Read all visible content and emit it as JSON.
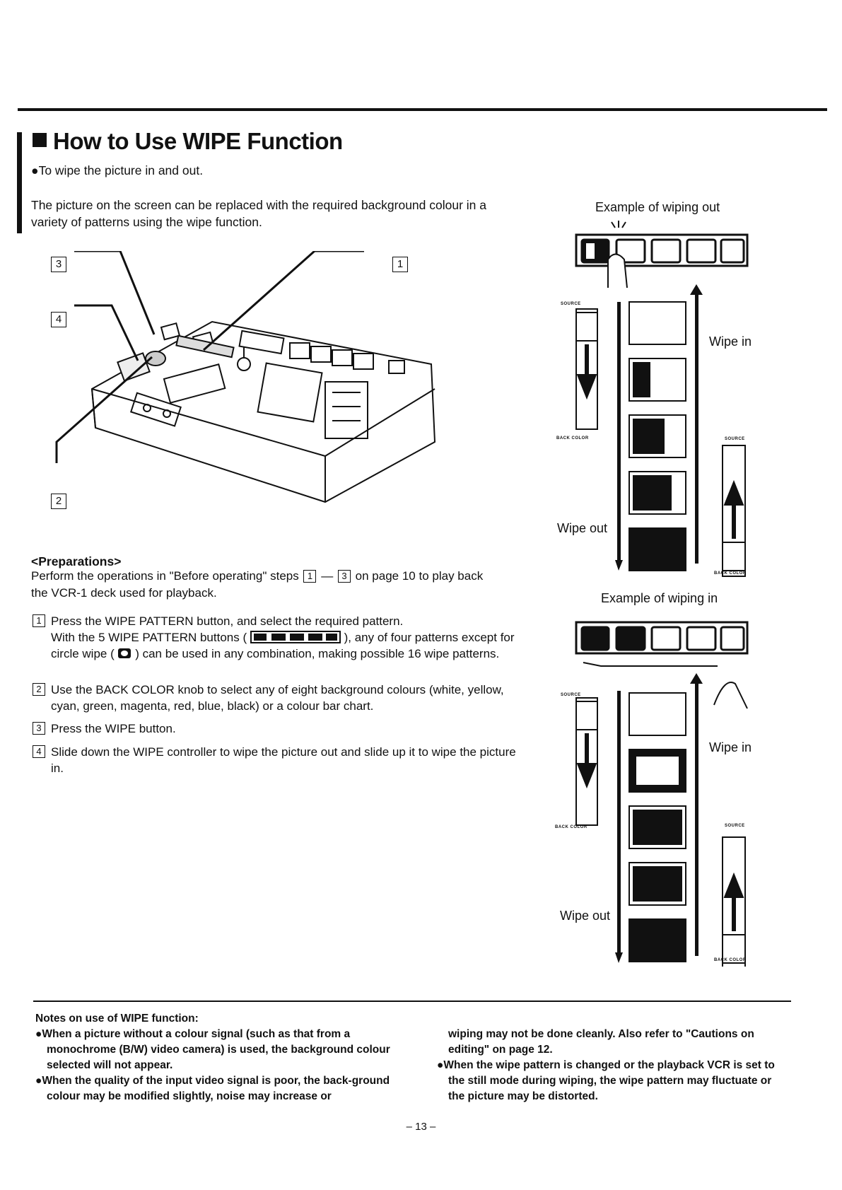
{
  "header": {
    "title": "How to Use WIPE Function",
    "subtitle": "●To wipe the picture in and out."
  },
  "intro": "The picture on the screen can be replaced with the required background colour in a variety of patterns using the wipe function.",
  "diagram": {
    "callout_1": "1",
    "callout_2": "2",
    "callout_3": "3",
    "callout_4": "4"
  },
  "preparations": {
    "heading": "<Preparations>",
    "text_a": "Perform the operations in \"Before operating\" steps",
    "step_from": "1",
    "dash": "—",
    "step_to": "3",
    "text_b": "on page 10 to play back the VCR-1 deck used for playback."
  },
  "steps": [
    {
      "num": "1",
      "line1": "Press the WIPE PATTERN button, and select the required pattern.",
      "line2a": "With the 5 WIPE PATTERN buttons (",
      "line2b": "), any of four patterns except for circle wipe (",
      "line2c": ") can be used in any combination, making possible 16 wipe patterns."
    },
    {
      "num": "2",
      "text": "Use the BACK COLOR knob to select any of eight background colours (white, yellow, cyan, green, magenta, red, blue, black) or a colour bar chart."
    },
    {
      "num": "3",
      "text": "Press the WIPE button."
    },
    {
      "num": "4",
      "text": "Slide down the WIPE controller to wipe the picture out and slide up it to wipe the picture in."
    }
  ],
  "examples": {
    "out_caption": "Example of wiping out",
    "in_caption": "Example of wiping in",
    "wipe_in": "Wipe in",
    "wipe_out": "Wipe out",
    "source": "SOURCE",
    "back_color": "BACK COLOR"
  },
  "notes": {
    "heading": "Notes on use of WIPE function:",
    "bullet1": "●When a picture without a colour signal (such as that from a monochrome (B/W) video camera) is used, the background colour selected will not appear.",
    "bullet2a": "●When the quality of the input video signal is poor, the back-ground colour may be modified slightly, noise may increase or",
    "bullet2b": "wiping may not be done cleanly. Also refer to \"Cautions on editing\" on page 12.",
    "bullet3": "●When the wipe pattern is changed or the playback VCR is set to the still mode during wiping, the wipe pattern may fluctuate or the picture may be distorted."
  },
  "page_number": "– 13 –"
}
